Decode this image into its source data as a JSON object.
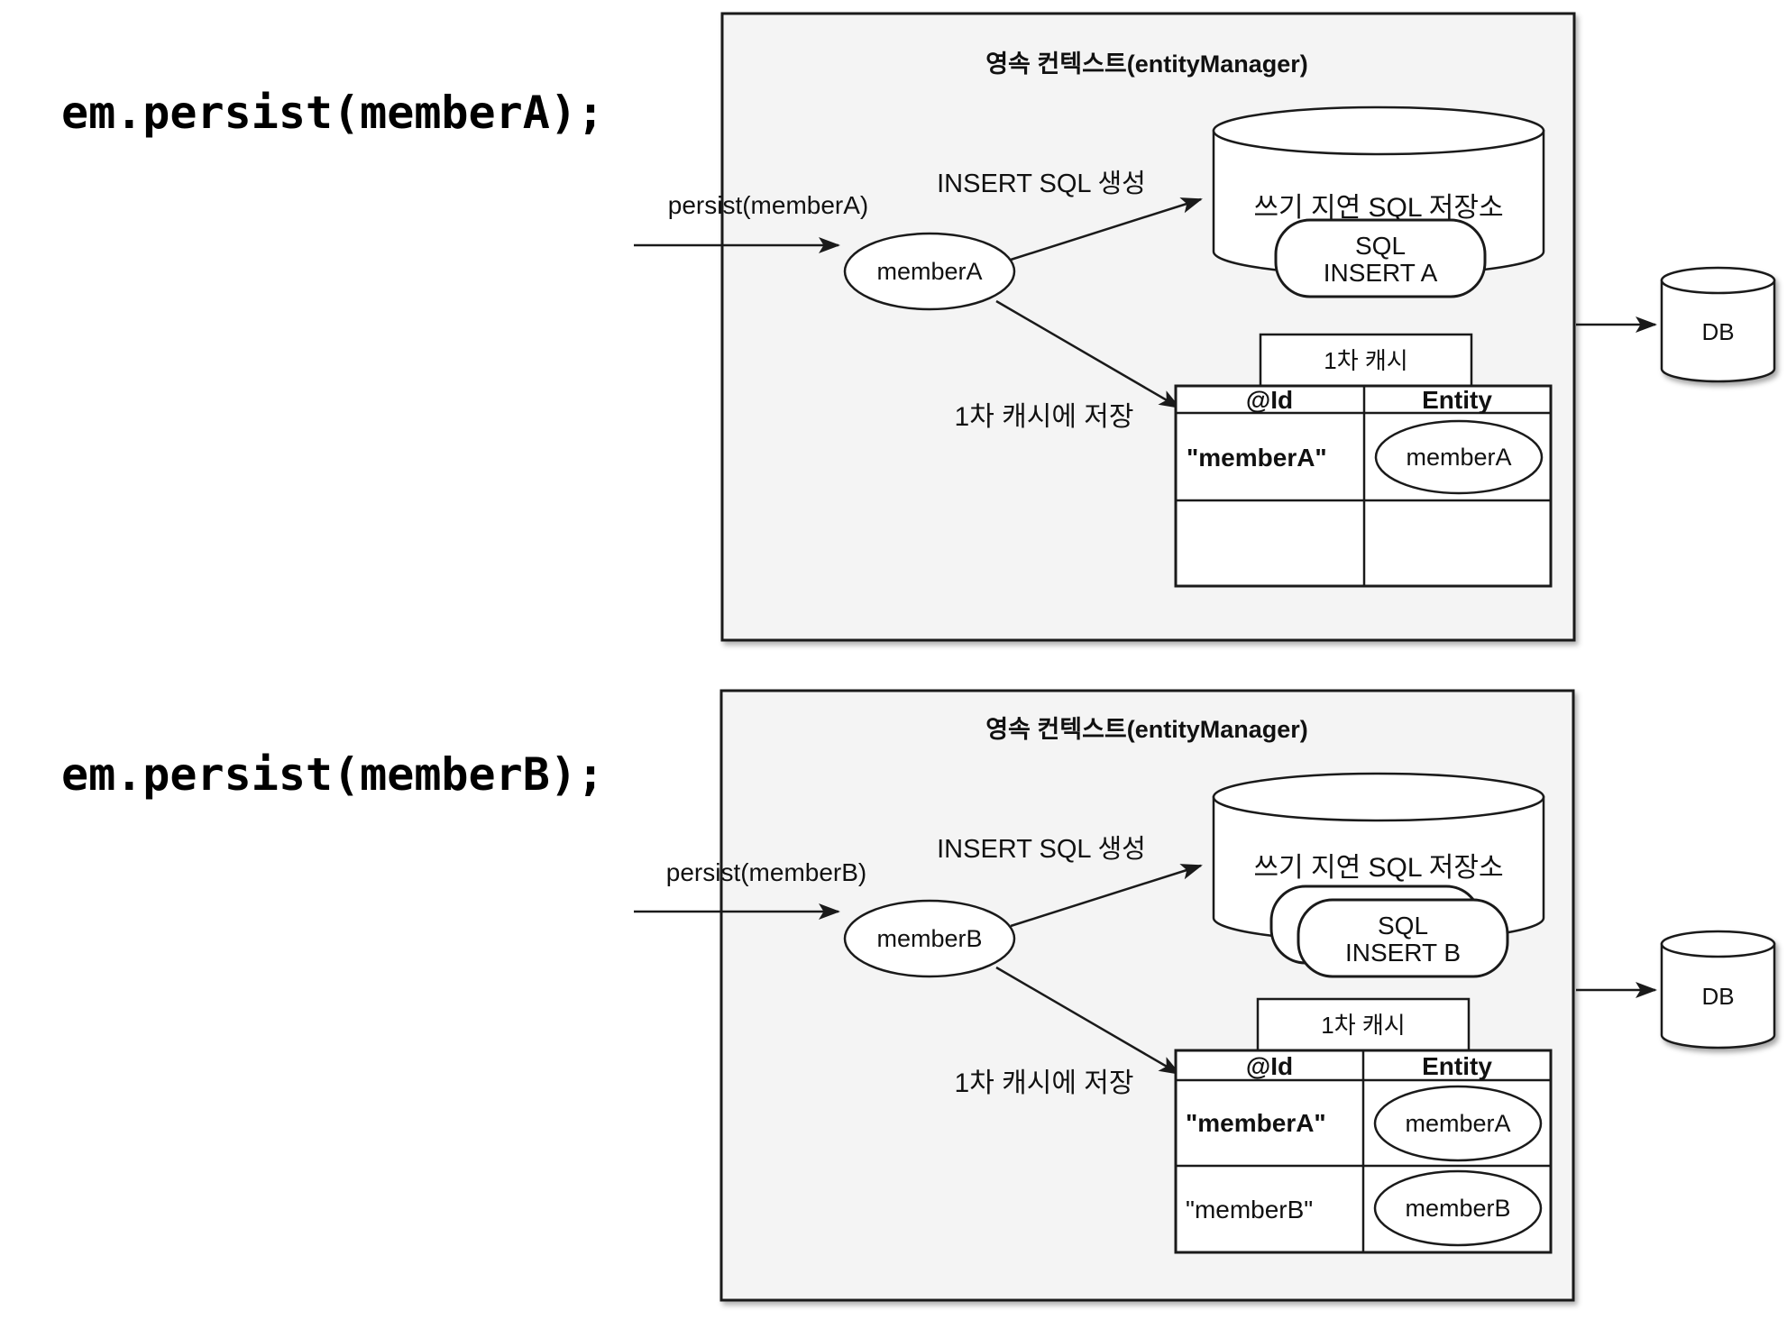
{
  "colors": {
    "canvas_bg": "#ffffff",
    "box_bg": "#f4f4f4",
    "stroke": "#1a1a1a"
  },
  "code": {
    "line_a": "em.persist(memberA);",
    "line_b": "em.persist(memberB);"
  },
  "diagram_a": {
    "container_title": "영속 컨텍스트(entityManager)",
    "persist_call_label": "persist(memberA)",
    "entity_ellipse_label": "memberA",
    "insert_sql_arrow_label": "INSERT SQL 생성",
    "sql_store_title": "쓰기 지연 SQL 저장소",
    "sql_card_line1": "SQL",
    "sql_card_line2": "INSERT A",
    "first_cache_arrow_label": "1차 캐시에 저장",
    "first_cache_tab": "1차 캐시",
    "cache_table": {
      "col_id_header": "@Id",
      "col_entity_header": "Entity",
      "rows": [
        {
          "id": "\"memberA\"",
          "entity": "memberA"
        },
        {
          "id": "",
          "entity": ""
        }
      ]
    },
    "db_label": "DB"
  },
  "diagram_b": {
    "container_title": "영속 컨텍스트(entityManager)",
    "persist_call_label": "persist(memberB)",
    "entity_ellipse_label": "memberB",
    "insert_sql_arrow_label": "INSERT SQL 생성",
    "sql_store_title": "쓰기 지연 SQL 저장소",
    "sql_card_line1": "SQL",
    "sql_card_line2": "INSERT B",
    "first_cache_arrow_label": "1차 캐시에 저장",
    "first_cache_tab": "1차 캐시",
    "cache_table": {
      "col_id_header": "@Id",
      "col_entity_header": "Entity",
      "rows": [
        {
          "id": "\"memberA\"",
          "entity": "memberA"
        },
        {
          "id": "\"memberB\"",
          "entity": "memberB"
        }
      ]
    },
    "db_label": "DB"
  }
}
